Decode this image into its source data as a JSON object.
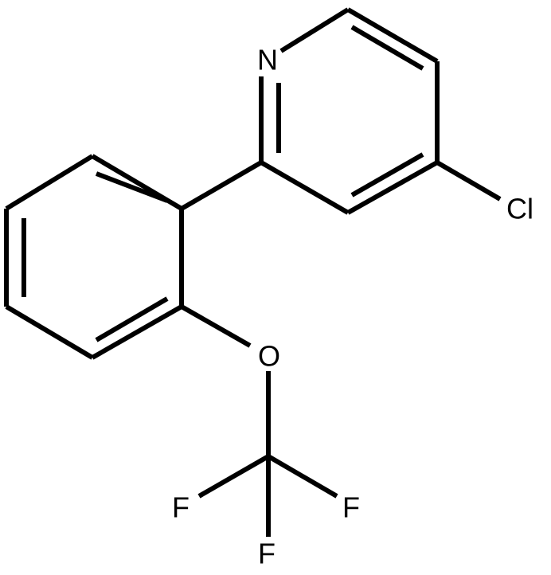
{
  "molecule": {
    "atoms": {
      "N": "N",
      "Cl": "Cl",
      "O": "O",
      "F1": "F",
      "F2": "F",
      "F3": "F"
    }
  },
  "colors": {
    "bond": "#000000",
    "label": "#000000",
    "background": "#ffffff"
  }
}
